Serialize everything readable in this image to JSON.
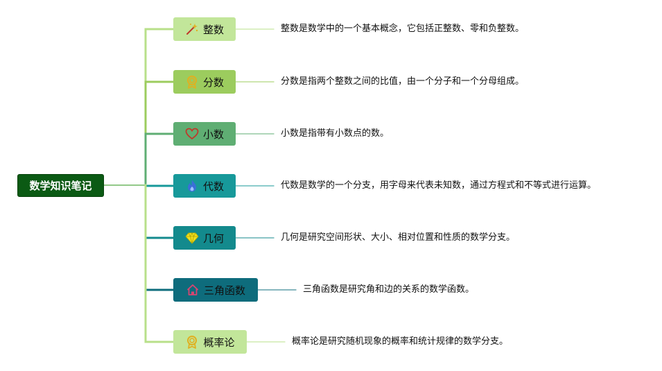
{
  "root": {
    "label": "数学知识笔记"
  },
  "branches": [
    {
      "label": "整数",
      "icon": "magic-wand-icon",
      "fill": "#c2e69a",
      "text_color": "#111111",
      "line_color": "#b8e08a",
      "icon_color": "#c0392b",
      "description": "整数是数学中的一个基本概念，它包括正整数、零和负整数。"
    },
    {
      "label": "分数",
      "icon": "award-badge-icon",
      "fill": "#9ccc5e",
      "text_color": "#111111",
      "line_color": "#9ccc5e",
      "icon_color": "#e0b021",
      "description": "分数是指两个整数之间的比值，由一个分子和一个分母组成。"
    },
    {
      "label": "小数",
      "icon": "heart-icon",
      "fill": "#5fae73",
      "text_color": "#111111",
      "line_color": "#5fae73",
      "icon_color": "#c0392b",
      "description": "小数是指带有小数点的数。"
    },
    {
      "label": "代数",
      "icon": "flame-icon",
      "fill": "#17999a",
      "text_color": "#111111",
      "line_color": "#17999a",
      "icon_color": "#3a6fd8",
      "description": "代数是数学的一个分支，用字母来代表未知数，通过方程式和不等式进行运算。"
    },
    {
      "label": "几何",
      "icon": "diamond-icon",
      "fill": "#138a8d",
      "text_color": "#111111",
      "line_color": "#138a8d",
      "icon_color": "#f0e020",
      "description": "几何是研究空间形状、大小、相对位置和性质的数学分支。"
    },
    {
      "label": "三角函数",
      "icon": "home-icon",
      "fill": "#0e6c7c",
      "text_color": "#111111",
      "line_color": "#0e6c7c",
      "icon_color": "#d94470",
      "description": "三角函数是研究角和边的关系的数学函数。"
    },
    {
      "label": "概率论",
      "icon": "award-badge-icon",
      "fill": "#c2e69a",
      "text_color": "#111111",
      "line_color": "#b8e08a",
      "icon_color": "#e0b021",
      "description": "概率论是研究随机现象的概率和统计规律的数学分支。"
    }
  ]
}
